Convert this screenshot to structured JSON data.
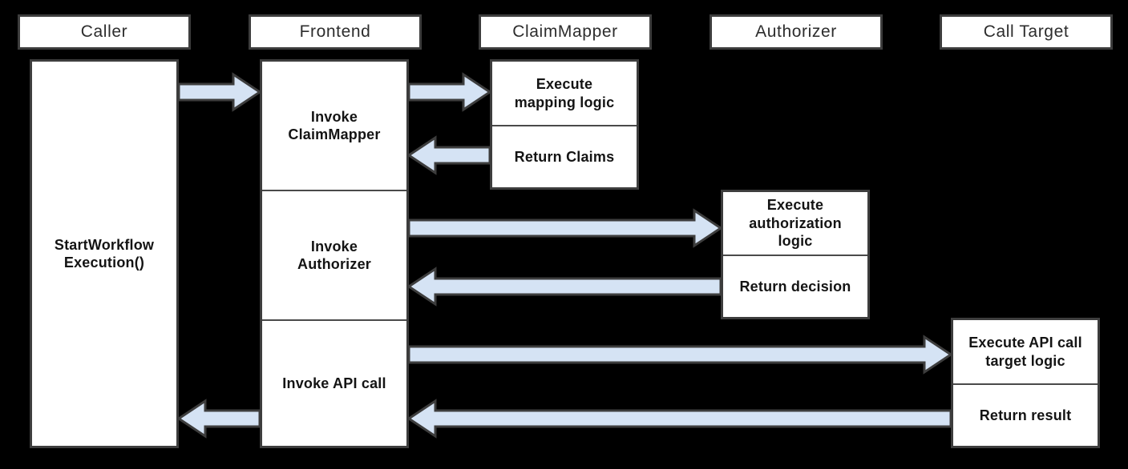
{
  "colors": {
    "background": "#000000",
    "box_fill": "#ffffff",
    "box_border": "#3d3d3d",
    "section_divider": "#4a4a4a",
    "arrow_fill": "#d5e3f4",
    "arrow_border": "#3d3d3d",
    "header_text": "#2d2d2d",
    "step_text": "#141414"
  },
  "columns": {
    "caller": {
      "header": "Caller",
      "activation_label": "StartWorkflow\nExecution()"
    },
    "frontend": {
      "header": "Frontend",
      "steps": [
        "Invoke\nClaimMapper",
        "Invoke\nAuthorizer",
        "Invoke API call"
      ]
    },
    "claim_mapper": {
      "header": "ClaimMapper",
      "steps": [
        "Execute\nmapping logic",
        "Return Claims"
      ]
    },
    "authorizer": {
      "header": "Authorizer",
      "steps": [
        "Execute\nauthorization\nlogic",
        "Return decision"
      ]
    },
    "call_target": {
      "header": "Call Target",
      "steps": [
        "Execute API call\ntarget logic",
        "Return result"
      ]
    }
  },
  "arrows": [
    {
      "from": "caller",
      "to": "frontend"
    },
    {
      "from": "frontend",
      "to": "claim_mapper"
    },
    {
      "from": "claim_mapper",
      "to": "frontend"
    },
    {
      "from": "frontend",
      "to": "authorizer"
    },
    {
      "from": "authorizer",
      "to": "frontend"
    },
    {
      "from": "frontend",
      "to": "call_target"
    },
    {
      "from": "call_target",
      "to": "frontend"
    },
    {
      "from": "frontend",
      "to": "caller"
    }
  ]
}
